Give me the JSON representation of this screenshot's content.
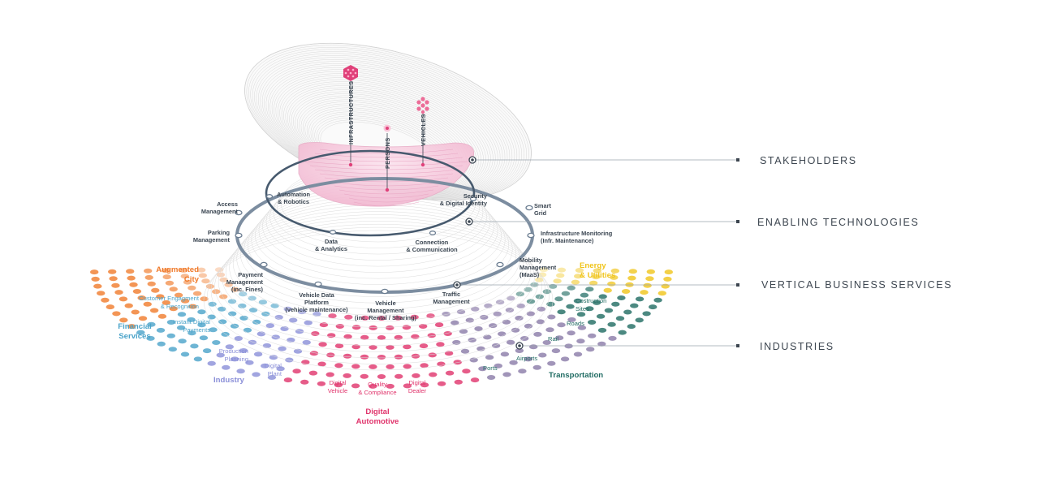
{
  "layers": {
    "stakeholders": "STAKEHOLDERS",
    "enabling_technologies": "ENABLING TECHNOLOGIES",
    "vertical_business_services": "VERTICAL BUSINESS SERVICES",
    "industries": "INDUSTRIES"
  },
  "stakeholders": {
    "infrastructures": "INFRASTRUCTURES",
    "persons": "PERSONS",
    "vehicles": "VEHICLES"
  },
  "enabling": {
    "automation_1": "Automation",
    "automation_2": "& Robotics",
    "security_1": "Security",
    "security_2": "& Digital Identity",
    "data_1": "Data",
    "data_2": "& Analytics",
    "connection_1": "Connection",
    "connection_2": "& Communication"
  },
  "services": {
    "access_1": "Access",
    "access_2": "Management",
    "smart_1": "Smart",
    "smart_2": "Grid",
    "parking_1": "Parking",
    "parking_2": "Management",
    "infra_1": "Infrastructure Monitoring",
    "infra_2": "(Infr. Maintenance)",
    "payment_1": "Payment",
    "payment_2": "Management",
    "payment_3": "(inc. Fines)",
    "mobility_1": "Mobility",
    "mobility_2": "Management",
    "mobility_3": "(MaaS)",
    "vdp_1": "Vehicle Data",
    "vdp_2": "Platform",
    "vdp_3": "(vehicle maintenance)",
    "vm_1": "Vehicle",
    "vm_2": "Management",
    "vm_3": "(inc. Rental / Sharing)",
    "traffic_1": "Traffic",
    "traffic_2": "Management"
  },
  "industries": {
    "augmented_1": "Augmented",
    "augmented_2": "City",
    "energy_1": "Energy",
    "energy_2": "& Utilities",
    "financial_1": "Financial",
    "financial_2": "Services",
    "industry": "Industry",
    "transportation": "Transportation",
    "digital_auto_1": "Digital",
    "digital_auto_2": "Automotive"
  },
  "subs": {
    "customer_1": "Customer Engagment",
    "customer_2": "& Recognition",
    "instant_1": "Instant Digital",
    "instant_2": "Payments",
    "production_1": "Production",
    "production_2": "Planning",
    "plant_1": "Digital",
    "plant_2": "Plant",
    "dvehicle_1": "Digital",
    "dvehicle_2": "Vehicle",
    "quality_1": "Quality",
    "quality_2": "& Compliance",
    "dealer_1": "Digital",
    "dealer_2": "Dealer",
    "ports": "Ports",
    "airports": "Airports",
    "rail": "Rail",
    "roads": "Roads",
    "construction_1": "Costruction",
    "construction_2": "Sites"
  },
  "colors": {
    "augmented_city": "#f07a2a",
    "energy": "#f0c419",
    "financial": "#4aa3c9",
    "industry": "#8a8fd8",
    "digital_automotive": "#e0336b",
    "transportation": "#1f6b62",
    "ring": "#7c8da0",
    "ring_dark": "#475a6e",
    "stakeholder_pink": "#e0417a"
  }
}
